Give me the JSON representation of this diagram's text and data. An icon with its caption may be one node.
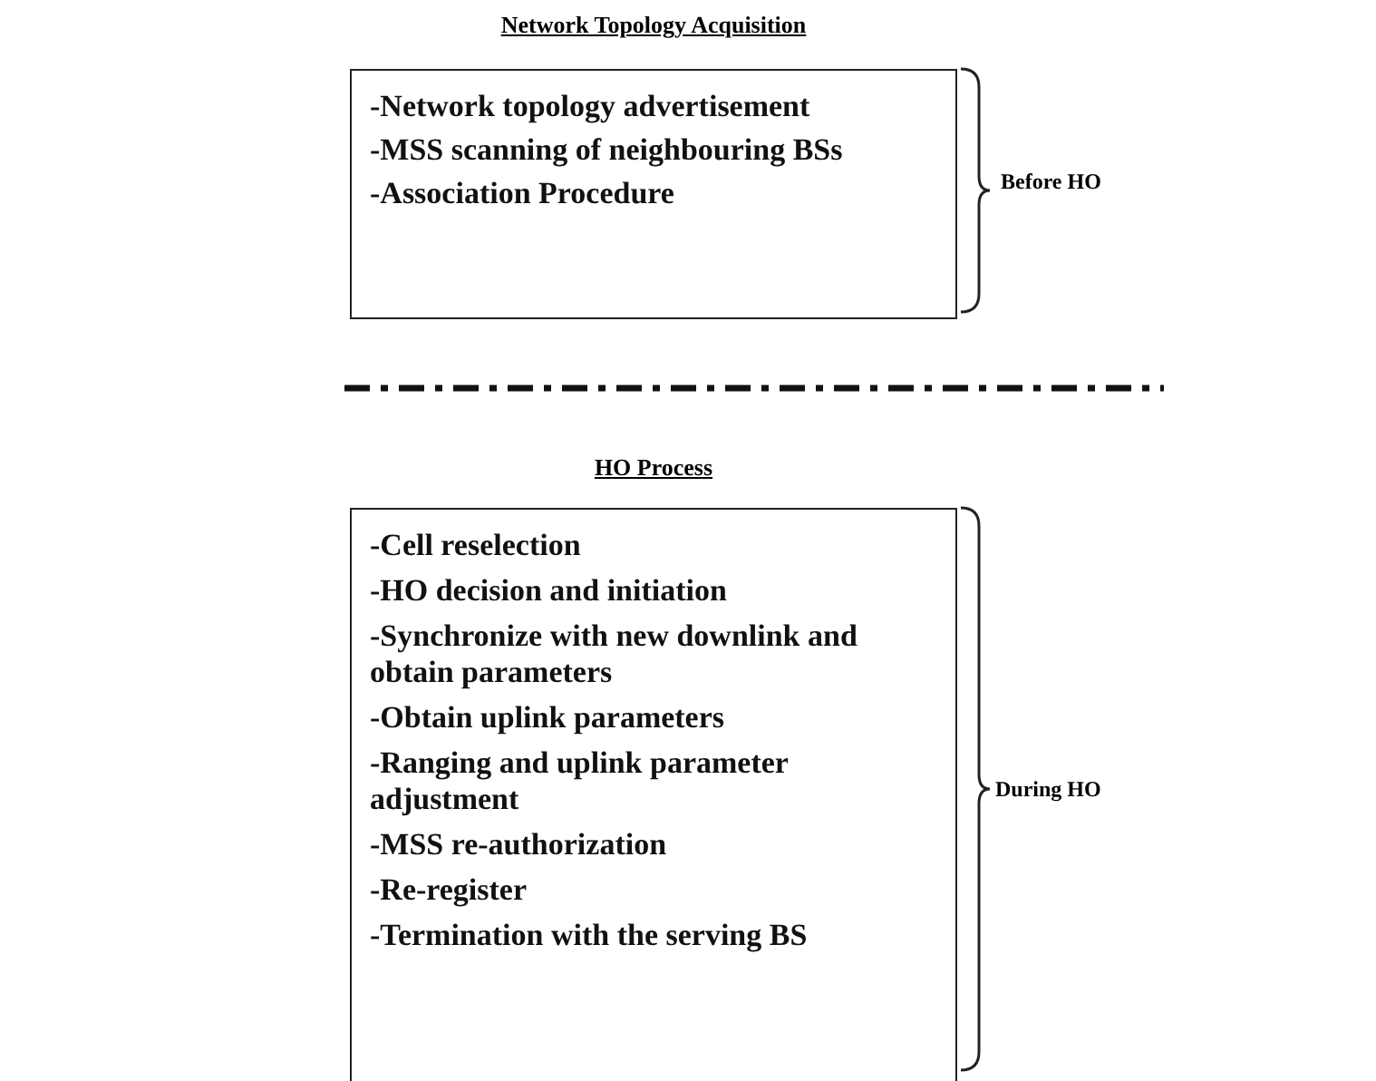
{
  "diagram": {
    "nodes": [
      {
        "text": [
          "Network Topology Acquisition",
          "-Network topology advertisement",
          "-MSS scanning of neighbouring BSs",
          "-Association Procedure"
        ],
        "beside": [
          "Before HO"
        ]
      },
      {
        "text": [
          "HO Process",
          "-Cell reselection",
          "-HO decision and initiation",
          "-Synchronize with new downlink and obtain parameters",
          "-Obtain uplink parameters",
          "-Ranging and uplink parameter adjustment",
          "-MSS re-authorization",
          "-Re-register",
          "-Termination with the serving BS"
        ],
        "beside": [
          "During HO"
        ]
      }
    ]
  }
}
